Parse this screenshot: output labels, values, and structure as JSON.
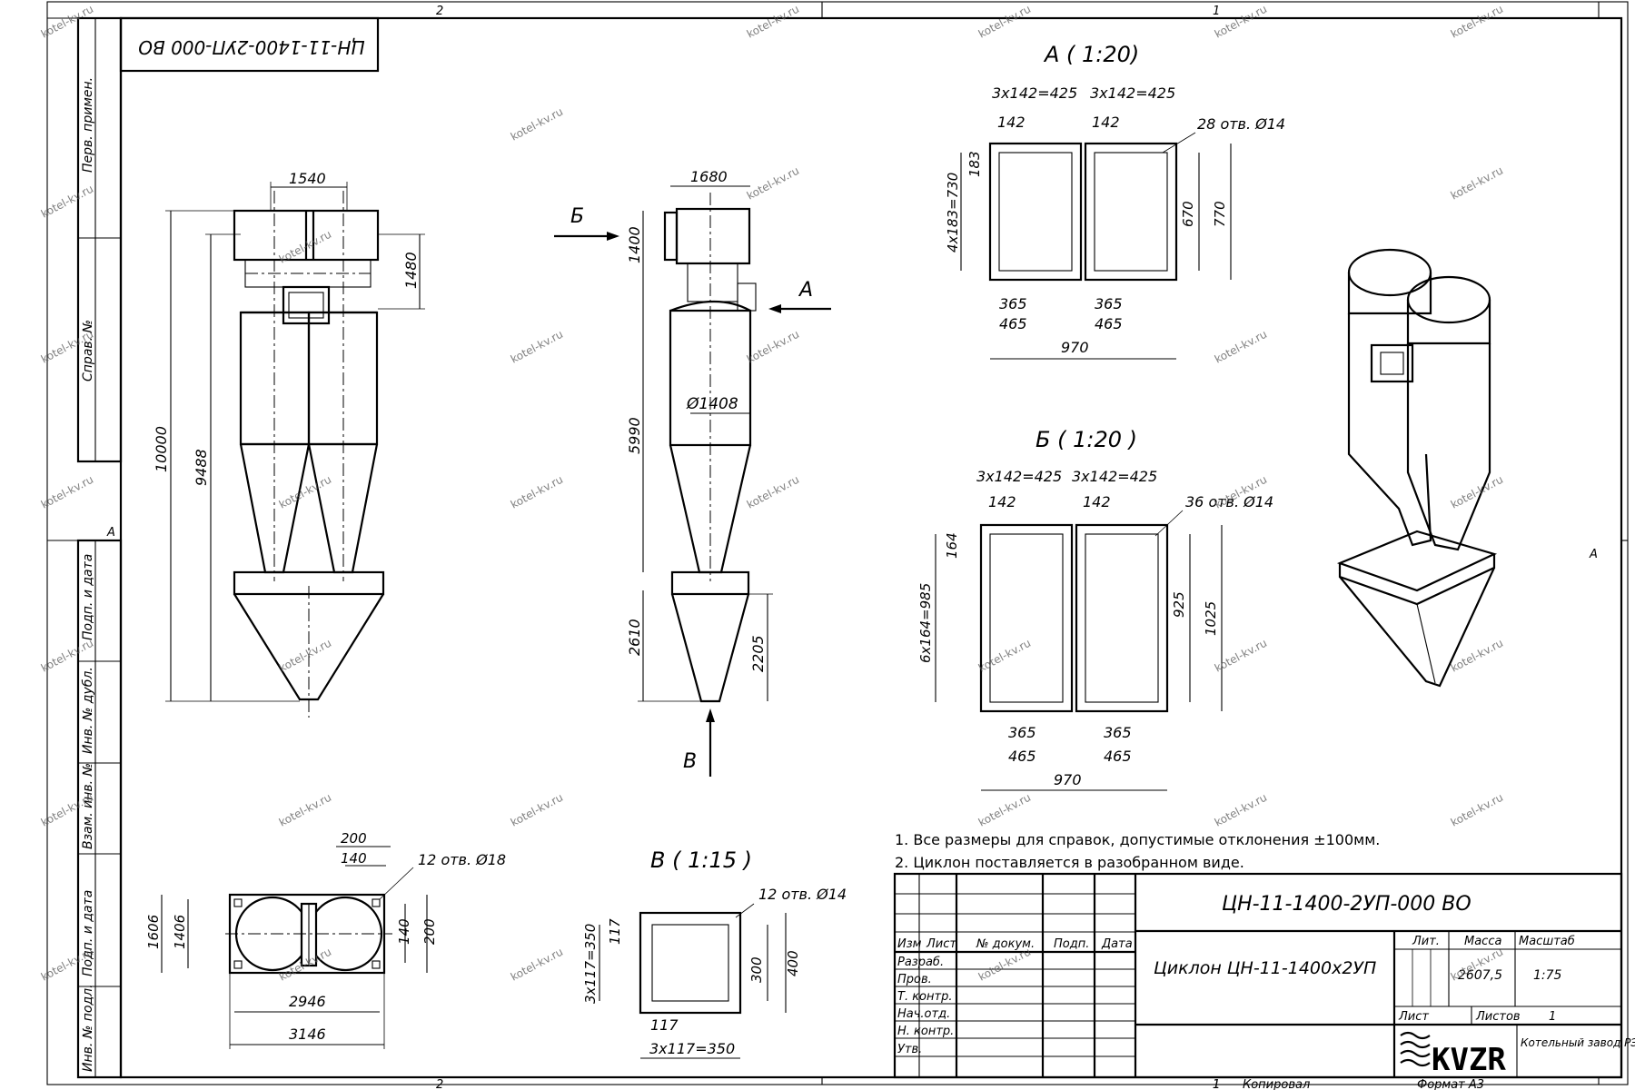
{
  "drawing_code": "ЦН-11-1400-2УП-000 ВО",
  "drawing_code_rotated": "ЦН-11-1400-2УП-000 ВО",
  "title_block": {
    "name": "Циклон ЦН-11-1400х2УП",
    "lit_label": "Лит.",
    "mass_label": "Масса",
    "scale_label": "Масштаб",
    "mass": "2607,5",
    "scale": "1:75",
    "sheet_label": "Лист",
    "sheets_label": "Листов",
    "sheets": "1",
    "header": [
      "Изм",
      "Лист",
      "№ докум.",
      "Подп.",
      "Дата"
    ],
    "roles": [
      "Разраб.",
      "Пров.",
      "Т. контр.",
      "Нач.отд.",
      "Н. контр.",
      "Утв."
    ],
    "logo": "KVZR",
    "company": "Котельный завод РЭП"
  },
  "side_stamp": [
    "Перв. примен.",
    "Справ. №",
    "Подп. и дата",
    "Инв. № дубл.",
    "Взам. инв. №",
    "Подп. и дата",
    "Инв. № подл."
  ],
  "zones": [
    "2",
    "1",
    "A"
  ],
  "bottom": {
    "sheet_no": "1",
    "copied": "Копировал",
    "format": "Формат А3"
  },
  "watermark": "kotel-kv.ru",
  "notes": [
    "1. Все размеры для справок, допустимые отклонения ±100мм.",
    "2. Циклон поставляется в разобранном виде."
  ],
  "front_view": {
    "dims": [
      "1540",
      "10000",
      "9488",
      "1480"
    ]
  },
  "side_view": {
    "dims": [
      "1680",
      "1400",
      "5990",
      "Ø1408",
      "2610",
      "2205"
    ],
    "arrow_b": "Б",
    "arrow_a": "A",
    "arrow_v": "В"
  },
  "plan_view": {
    "dims": [
      "200",
      "140",
      "12 отв. Ø18",
      "1606",
      "1406",
      "140",
      "200",
      "2946",
      "3146"
    ]
  },
  "view_a": {
    "title": "A ( 1:20)",
    "dims": [
      "3х142=425",
      "3х142=425",
      "142",
      "142",
      "28 отв. Ø14",
      "183",
      "4х183=730",
      "670",
      "770",
      "365",
      "365",
      "465",
      "465",
      "970"
    ]
  },
  "view_b": {
    "title": "Б ( 1:20 )",
    "dims": [
      "3х142=425",
      "3х142=425",
      "142",
      "142",
      "36 отв. Ø14",
      "164",
      "6х164=985",
      "925",
      "1025",
      "365",
      "365",
      "465",
      "465",
      "970"
    ]
  },
  "view_v": {
    "title": "В ( 1:15 )",
    "dims": [
      "12 отв. Ø14",
      "117",
      "3х117=350",
      "300",
      "400",
      "117",
      "3х117=350"
    ]
  }
}
